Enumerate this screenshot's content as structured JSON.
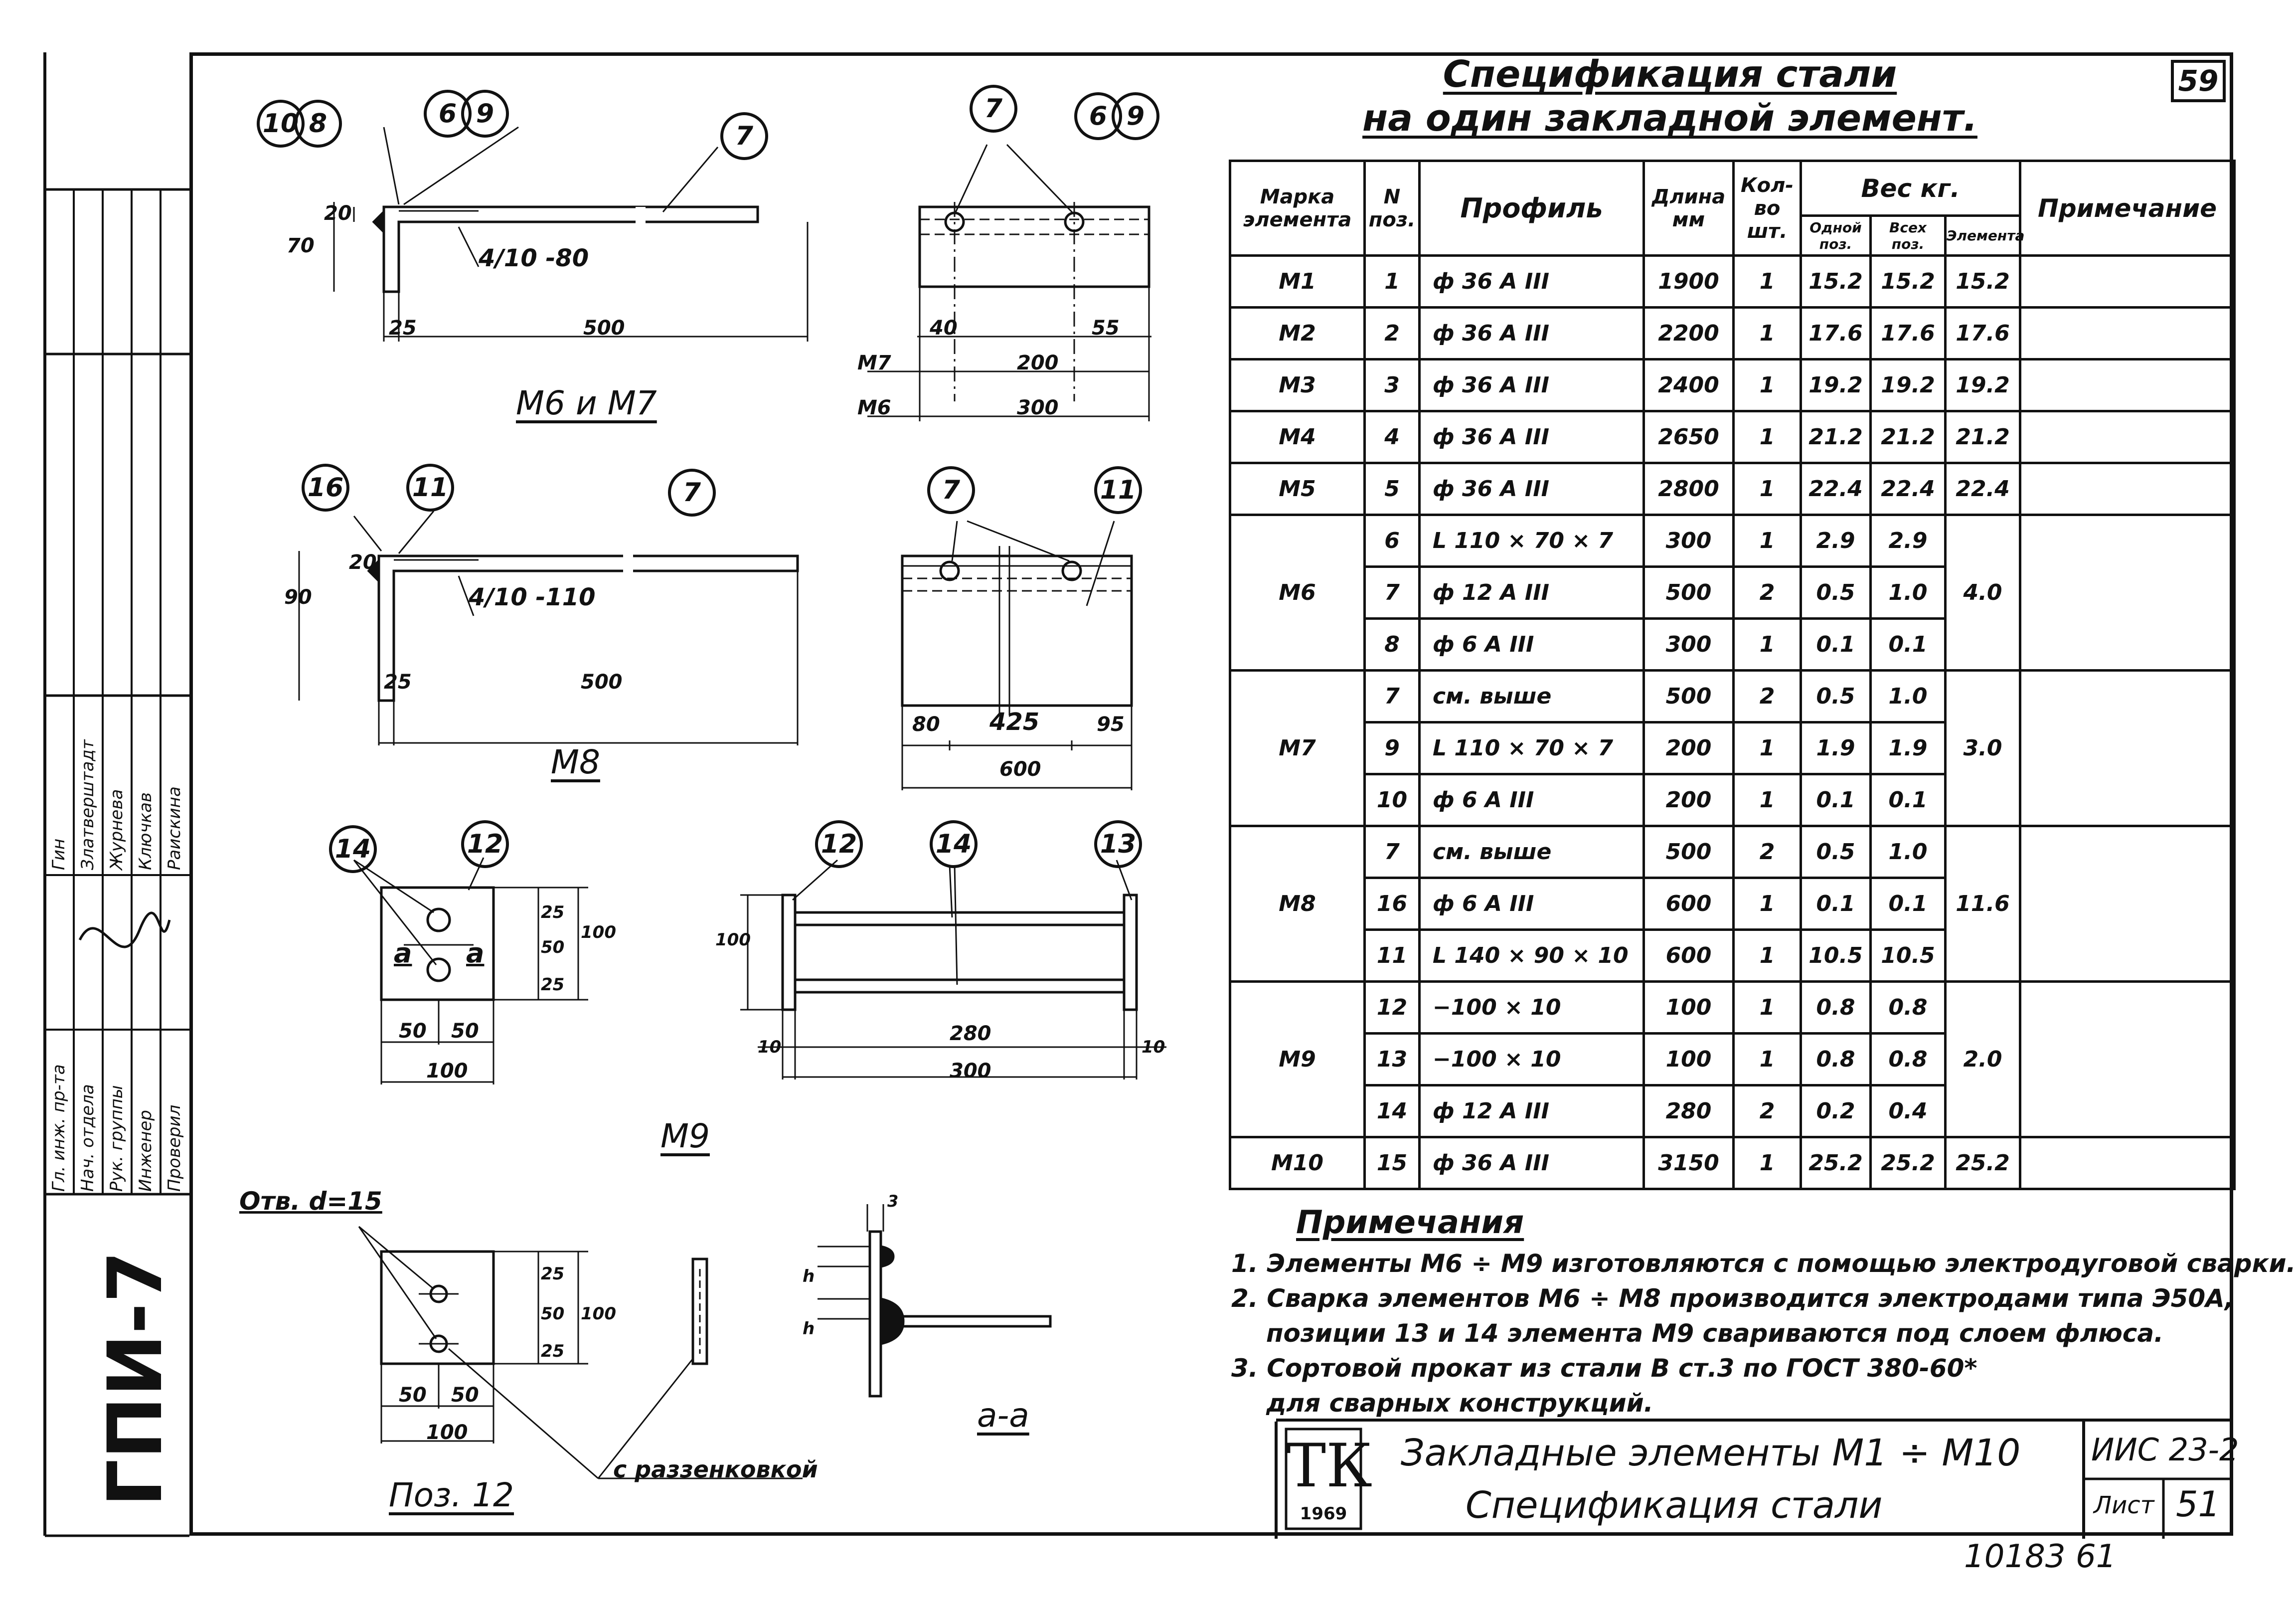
{
  "header": {
    "title_line1": "Спецификация стали",
    "title_line2": "на один закладной элемент.",
    "page_number": "59"
  },
  "spec_table": {
    "headers": {
      "mark": "Марка элемента",
      "pos": "N поз.",
      "profile": "Профиль",
      "length": "Длина мм",
      "qty": "Кол-во шт.",
      "weight": "Вес кг.",
      "w_one": "Одной поз.",
      "w_all": "Всех поз.",
      "w_elem": "Элемента",
      "note": "Примечание"
    },
    "rows": [
      {
        "mark": "М1",
        "pos": "1",
        "profile": "ф 36 А III",
        "length": "1900",
        "qty": "1",
        "w_one": "15.2",
        "w_all": "15.2",
        "w_elem": "15.2"
      },
      {
        "mark": "М2",
        "pos": "2",
        "profile": "ф 36 А III",
        "length": "2200",
        "qty": "1",
        "w_one": "17.6",
        "w_all": "17.6",
        "w_elem": "17.6"
      },
      {
        "mark": "М3",
        "pos": "3",
        "profile": "ф 36 А III",
        "length": "2400",
        "qty": "1",
        "w_one": "19.2",
        "w_all": "19.2",
        "w_elem": "19.2"
      },
      {
        "mark": "М4",
        "pos": "4",
        "profile": "ф 36 А III",
        "length": "2650",
        "qty": "1",
        "w_one": "21.2",
        "w_all": "21.2",
        "w_elem": "21.2"
      },
      {
        "mark": "М5",
        "pos": "5",
        "profile": "ф 36 А III",
        "length": "2800",
        "qty": "1",
        "w_one": "22.4",
        "w_all": "22.4",
        "w_elem": "22.4"
      },
      {
        "mark": "М6",
        "pos": "6",
        "profile": "L 110 × 70 × 7",
        "length": "300",
        "qty": "1",
        "w_one": "2.9",
        "w_all": "2.9",
        "w_elem": "4.0"
      },
      {
        "mark": "",
        "pos": "7",
        "profile": "ф 12 А III",
        "length": "500",
        "qty": "2",
        "w_one": "0.5",
        "w_all": "1.0",
        "w_elem": ""
      },
      {
        "mark": "",
        "pos": "8",
        "profile": "ф 6 А III",
        "length": "300",
        "qty": "1",
        "w_one": "0.1",
        "w_all": "0.1",
        "w_elem": ""
      },
      {
        "mark": "М7",
        "pos": "7",
        "profile": "см. выше",
        "length": "500",
        "qty": "2",
        "w_one": "0.5",
        "w_all": "1.0",
        "w_elem": "3.0"
      },
      {
        "mark": "",
        "pos": "9",
        "profile": "L 110 × 70 × 7",
        "length": "200",
        "qty": "1",
        "w_one": "1.9",
        "w_all": "1.9",
        "w_elem": ""
      },
      {
        "mark": "",
        "pos": "10",
        "profile": "ф 6 А III",
        "length": "200",
        "qty": "1",
        "w_one": "0.1",
        "w_all": "0.1",
        "w_elem": ""
      },
      {
        "mark": "М8",
        "pos": "7",
        "profile": "см. выше",
        "length": "500",
        "qty": "2",
        "w_one": "0.5",
        "w_all": "1.0",
        "w_elem": "11.6"
      },
      {
        "mark": "",
        "pos": "16",
        "profile": "ф 6 А III",
        "length": "600",
        "qty": "1",
        "w_one": "0.1",
        "w_all": "0.1",
        "w_elem": ""
      },
      {
        "mark": "",
        "pos": "11",
        "profile": "L 140 × 90 × 10",
        "length": "600",
        "qty": "1",
        "w_one": "10.5",
        "w_all": "10.5",
        "w_elem": ""
      },
      {
        "mark": "М9",
        "pos": "12",
        "profile": "−100 × 10",
        "length": "100",
        "qty": "1",
        "w_one": "0.8",
        "w_all": "0.8",
        "w_elem": "2.0"
      },
      {
        "mark": "",
        "pos": "13",
        "profile": "−100 × 10",
        "length": "100",
        "qty": "1",
        "w_one": "0.8",
        "w_all": "0.8",
        "w_elem": ""
      },
      {
        "mark": "",
        "pos": "14",
        "profile": "ф 12 А III",
        "length": "280",
        "qty": "2",
        "w_one": "0.2",
        "w_all": "0.4",
        "w_elem": ""
      },
      {
        "mark": "М10",
        "pos": "15",
        "profile": "ф 36 А III",
        "length": "3150",
        "qty": "1",
        "w_one": "25.2",
        "w_all": "25.2",
        "w_elem": "25.2"
      }
    ]
  },
  "notes": {
    "heading": "Примечания",
    "items": [
      "1. Элементы М6 ÷ М9 изготовляются с помощью электродуговой сварки.",
      "2. Сварка элементов М6 ÷ М8 производится электродами типа Э50А,",
      "позиции 13 и 14 элемента М9 свариваются под слоем флюса.",
      "3. Сортовой прокат из стали В ст.3 по ГОСТ 380-60*",
      "для сварных конструкций."
    ]
  },
  "title_block": {
    "logo": "ТК",
    "logo_year": "1969",
    "title_line1": "Закладные элементы М1 ÷ М10",
    "title_line2": "Спецификация стали",
    "code": "ИИС 23-2",
    "sheet_label": "Лист",
    "sheet_number": "51",
    "inventory": "10183 61"
  },
  "left_strip": {
    "vertical_code": "ГПИ-7",
    "roles": [
      "Гл. инж. пр-та",
      "Нач. отдела",
      "Рук. группы",
      "Инженер",
      "Проверил"
    ],
    "names": [
      "Гин",
      "Златверштадт",
      "Журнева",
      "Ключкав",
      "Раискина"
    ]
  },
  "drawings": {
    "m6_m7": {
      "title": "М6 и М7",
      "callouts": [
        "10",
        "8",
        "6",
        "9",
        "7",
        "7",
        "6",
        "9"
      ],
      "dims": [
        "20",
        "70",
        "25",
        "500",
        "4/10 -80",
        "40",
        "55",
        "200",
        "300"
      ],
      "row_labels": [
        "М7",
        "М6"
      ]
    },
    "m8": {
      "title": "М8",
      "callouts": [
        "16",
        "11",
        "7",
        "7",
        "11"
      ],
      "dims": [
        "20",
        "90",
        "25",
        "500",
        "4/10 -110",
        "80",
        "425",
        "95",
        "600"
      ]
    },
    "m9": {
      "title": "М9",
      "callouts": [
        "14",
        "12",
        "12",
        "14",
        "13"
      ],
      "dims": [
        "25",
        "50",
        "25",
        "100",
        "50",
        "50",
        "100",
        "100",
        "10",
        "280",
        "10",
        "300"
      ],
      "section_marks": [
        "а",
        "а"
      ]
    },
    "pos12": {
      "title": "Поз. 12",
      "hole_label": "Отв. d=15",
      "countersink_label": "с раззенковкой",
      "dims": [
        "25",
        "50",
        "25",
        "100",
        "50",
        "50",
        "100"
      ]
    },
    "section_aa": {
      "title": "а-а",
      "dims": [
        "3",
        "h",
        "h"
      ]
    }
  }
}
